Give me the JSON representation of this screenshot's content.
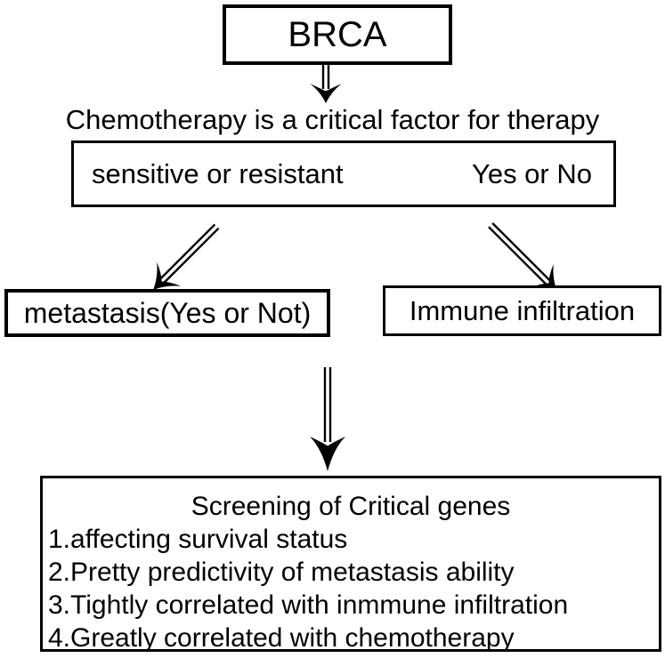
{
  "canvas": {
    "background_color": "#ffffff",
    "ink_color": "#000000"
  },
  "flowchart": {
    "root_box": {
      "label": "BRCA"
    },
    "factor_label": "Chemotherapy is a critical factor for therapy",
    "decision_box": {
      "left_label": "sensitive or resistant",
      "right_label": "Yes or No"
    },
    "metastasis_box": {
      "label": "metastasis(Yes or Not)"
    },
    "immune_box": {
      "label": "Immune infiltration"
    },
    "screening_box": {
      "title": "Screening of Critical genes",
      "items": [
        "1.affecting survival status",
        "2.Pretty predictivity of metastasis ability",
        "3.Tightly correlated with inmmune infiltration",
        "4.Greatly correlated with chemotherapy"
      ]
    },
    "arrows": [
      "brca-down-arrow",
      "decision-to-metastasis-arrow",
      "decision-to-immune-arrow",
      "metastasis-to-screening-arrow"
    ]
  }
}
